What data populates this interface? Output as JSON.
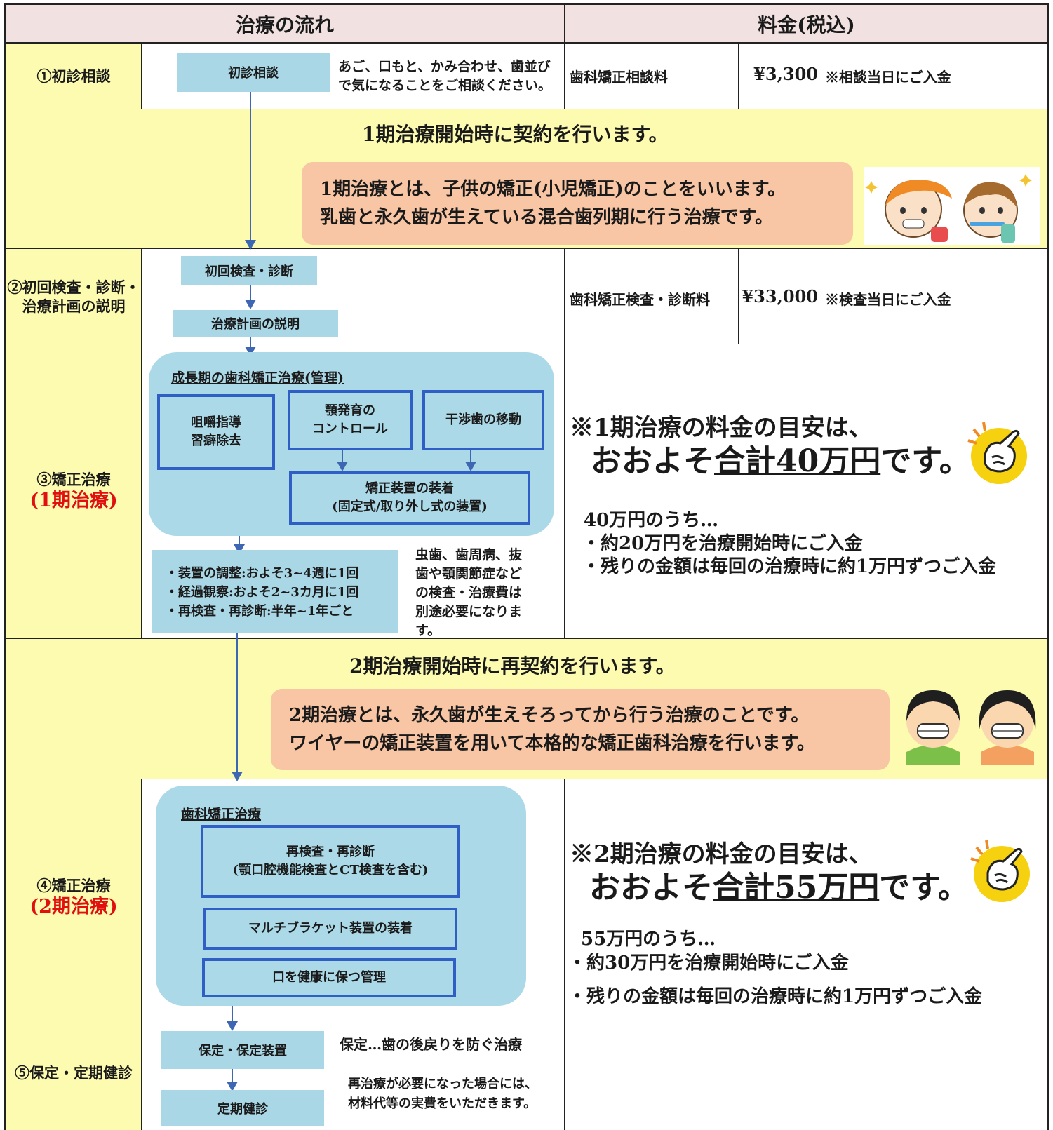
{
  "header": {
    "flow": "治療の流れ",
    "fee": "料金(税込)"
  },
  "stages": {
    "s1": "①初診相談",
    "s2": [
      "②初回検査・診断・",
      "治療計画の説明"
    ],
    "s3": [
      "③矯正治療",
      "(1期治療)"
    ],
    "s4": [
      "④矯正治療",
      "(2期治療)"
    ],
    "s5": "⑤保定・定期健診"
  },
  "row1": {
    "box": "初診相談",
    "desc": [
      "あご、口もと、かみ合わせ、歯並び",
      "で気になることをご相談ください。"
    ],
    "fee_name": "歯科矯正相談料",
    "fee_price": "¥3,300",
    "fee_note": "※相談当日にご入金"
  },
  "band1": {
    "title": "1期治療開始時に契約を行います。",
    "lines": [
      "1期治療とは、子供の矯正(小児矯正)のことをいいます。",
      "乳歯と永久歯が生えている混合歯列期に行う治療です。"
    ]
  },
  "row2": {
    "box1": "初回検査・診断",
    "box2": "治療計画の説明",
    "fee_name": "歯科矯正検査・診断料",
    "fee_price": "¥33,000",
    "fee_note": "※検査当日にご入金"
  },
  "row3": {
    "panel_title": "成長期の歯科矯正治療(管理)",
    "b1": [
      "咀嚼指導",
      "習癖除去"
    ],
    "b2": [
      "顎発育の",
      "コントロール"
    ],
    "b3": "干渉歯の移動",
    "b4": [
      "矯正装置の装着",
      "(固定式/取り外し式の装置)"
    ],
    "sched": [
      "・装置の調整:およそ3~4週に1回",
      "・経過観察:およそ2~3カ月に1回",
      "・再検査・再診断:半年~1年ごと"
    ],
    "note": [
      "虫歯、歯周病、抜",
      "歯や顎関節症など",
      "の検査・治療費は",
      "別途必要になりま",
      "す。"
    ],
    "price_head": "※1期治療の料金の目安は、",
    "price_pre": "おおよそ",
    "price_u": "合計40万円",
    "price_post": "です。",
    "breakdown": [
      "40万円のうち…",
      "・約20万円を治療開始時にご入金",
      "・残りの金額は毎回の治療時に約1万円ずつご入金"
    ]
  },
  "band2": {
    "title": "2期治療開始時に再契約を行います。",
    "lines": [
      "2期治療とは、永久歯が生えそろってから行う治療のことです。",
      "ワイヤーの矯正装置を用いて本格的な矯正歯科治療を行います。"
    ]
  },
  "row4": {
    "panel_title": "歯科矯正治療",
    "b1": [
      "再検査・再診断",
      "(顎口腔機能検査とCT検査を含む)"
    ],
    "b2": "マルチブラケット装置の装着",
    "b3": "口を健康に保つ管理",
    "price_head": "※2期治療の料金の目安は、",
    "price_pre": "おおよそ",
    "price_u": "合計55万円",
    "price_post": "です。",
    "breakdown": [
      "55万円のうち…",
      "・約30万円を治療開始時にご入金",
      "・残りの金額は毎回の治療時に約1万円ずつご入金"
    ]
  },
  "row5": {
    "box1": "保定・保定装置",
    "box2": "定期健診",
    "desc1": "保定…歯の後戻りを防ぐ治療",
    "desc2": [
      "再治療が必要になった場合には、",
      "材料代等の実費をいただきます。"
    ]
  },
  "colors": {
    "header": "#f1e1e1",
    "band": "#fcfbb0",
    "flow_box": "#a9d7e6",
    "box_border": "#2f5fc4",
    "peach": "#f8c6a4",
    "stage_red": "#e01010",
    "arrow": "#3d67b3"
  },
  "icons": [
    "kids-brushing-illustration",
    "pointing-hand-icon",
    "braces-kids-illustration"
  ]
}
